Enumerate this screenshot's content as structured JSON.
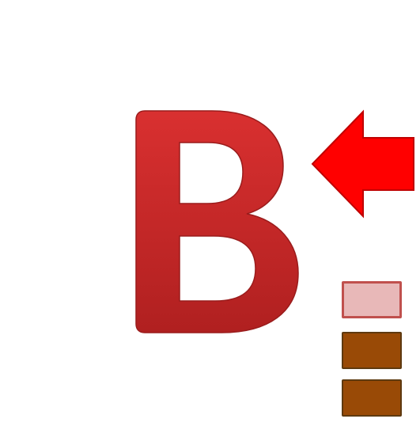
{
  "graphic": {
    "letter": "B",
    "letter_color_top": "#d93030",
    "letter_color_bottom": "#b02020",
    "arrow_color": "#ff0000",
    "arrow_direction": "left",
    "swatches": [
      {
        "name": "light-pink",
        "fill": "#e8b8b8",
        "border": "#c0504d"
      },
      {
        "name": "brown",
        "fill": "#994a06",
        "border": "#5e3a10"
      },
      {
        "name": "brown",
        "fill": "#994a06",
        "border": "#5e3a10"
      }
    ]
  }
}
